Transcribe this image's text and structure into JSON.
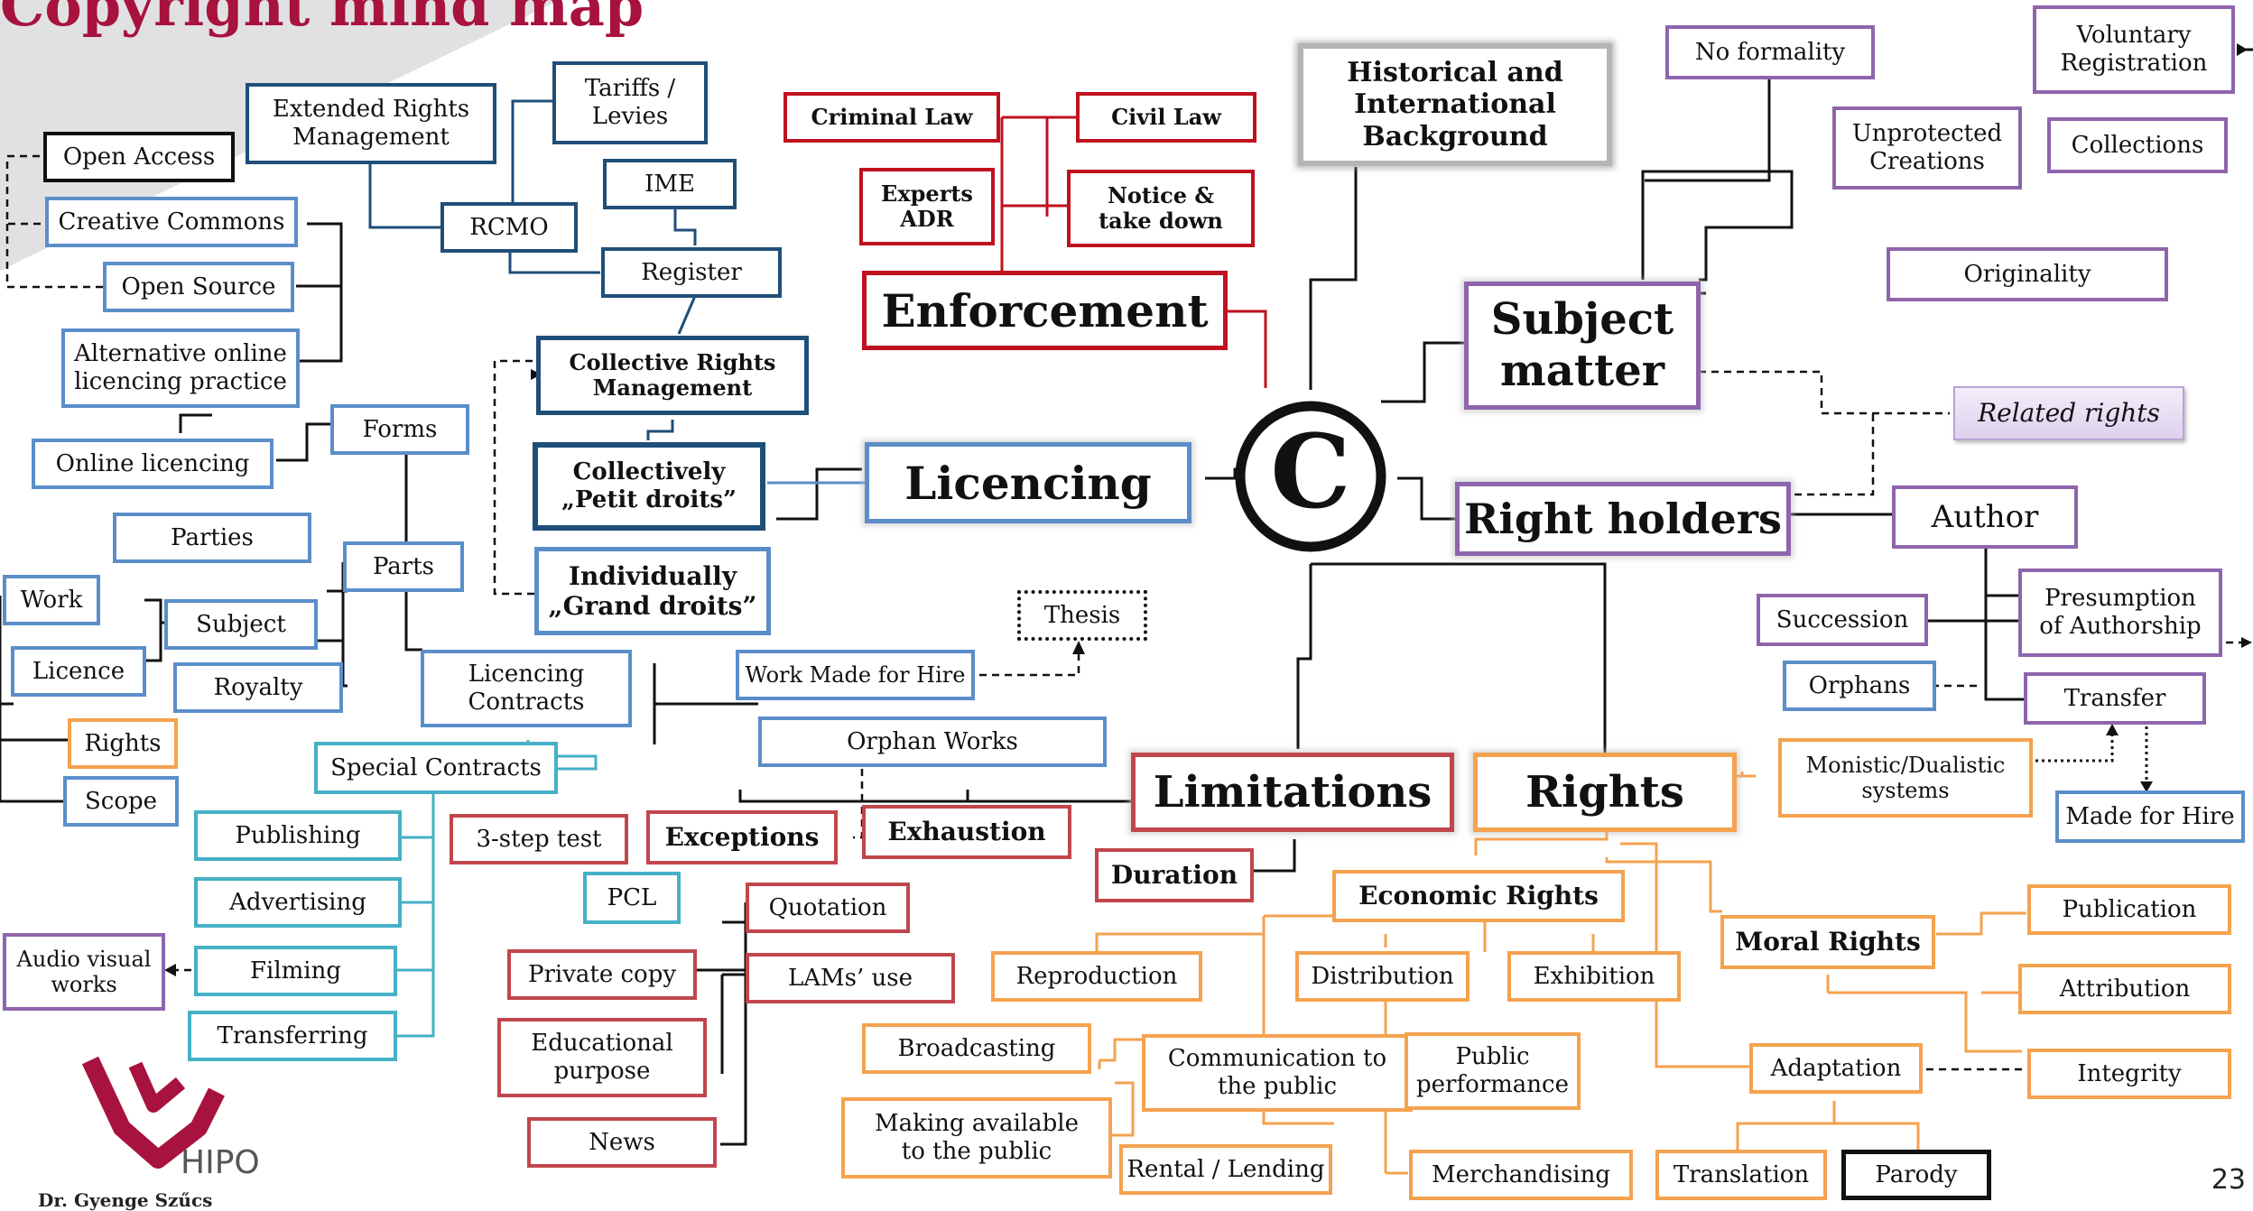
{
  "title": "Copyright mind map",
  "page_number": "23",
  "logo": {
    "text": "HIPO",
    "icon": "hipo-logo-icon"
  },
  "author_fragment": "Dr. Gyenge Szűcs",
  "center_symbol": "©",
  "colors": {
    "red": "#c0111f",
    "blue_dark": "#1f4e79",
    "blue": "#5b8ec9",
    "teal": "#45b0c6",
    "purple": "#8e65ad",
    "orange": "#f5a24f",
    "crimson": "#c0464c",
    "black": "#111111",
    "gray": "#bdbdbd",
    "title": "#a8123e"
  },
  "nodes": [
    {
      "id": "criminal-law",
      "label": "Criminal Law",
      "color": "red"
    },
    {
      "id": "civil-law",
      "label": "Civil Law",
      "color": "red"
    },
    {
      "id": "experts-adr",
      "label": "Experts\nADR",
      "color": "red"
    },
    {
      "id": "notice-take-down",
      "label": "Notice &\ntake down",
      "color": "red"
    },
    {
      "id": "enforcement",
      "label": "Enforcement",
      "color": "red"
    },
    {
      "id": "historical",
      "label": "Historical and\nInternational\nBackground",
      "color": "gray"
    },
    {
      "id": "no-formality",
      "label": "No formality",
      "color": "purple"
    },
    {
      "id": "voluntary-registration",
      "label": "Voluntary\nRegistration",
      "color": "purple"
    },
    {
      "id": "unprotected-creations",
      "label": "Unprotected\nCreations",
      "color": "purple"
    },
    {
      "id": "collections",
      "label": "Collections",
      "color": "purple"
    },
    {
      "id": "originality",
      "label": "Originality",
      "color": "purple"
    },
    {
      "id": "subject-matter",
      "label": "Subject\nmatter",
      "color": "purple"
    },
    {
      "id": "related-rights",
      "label": "Related rights",
      "color": "purple"
    },
    {
      "id": "right-holders",
      "label": "Right holders",
      "color": "purple"
    },
    {
      "id": "author",
      "label": "Author",
      "color": "purple"
    },
    {
      "id": "succession",
      "label": "Succession",
      "color": "purple"
    },
    {
      "id": "presumption",
      "label": "Presumption\nof Authorship",
      "color": "purple"
    },
    {
      "id": "orphans",
      "label": "Orphans",
      "color": "blue"
    },
    {
      "id": "transfer",
      "label": "Transfer",
      "color": "purple"
    },
    {
      "id": "made-for-hire",
      "label": "Made for Hire",
      "color": "blue"
    },
    {
      "id": "monistic",
      "label": "Monistic/Dualistic\nsystems",
      "color": "orange"
    },
    {
      "id": "rights",
      "label": "Rights",
      "color": "orange"
    },
    {
      "id": "limitations",
      "label": "Limitations",
      "color": "crimson"
    },
    {
      "id": "duration",
      "label": "Duration",
      "color": "crimson"
    },
    {
      "id": "exceptions",
      "label": "Exceptions",
      "color": "crimson"
    },
    {
      "id": "exhaustion",
      "label": "Exhaustion",
      "color": "crimson"
    },
    {
      "id": "three-step",
      "label": "3-step test",
      "color": "crimson"
    },
    {
      "id": "pcl",
      "label": "PCL",
      "color": "teal"
    },
    {
      "id": "quotation",
      "label": "Quotation",
      "color": "crimson"
    },
    {
      "id": "private-copy",
      "label": "Private copy",
      "color": "crimson"
    },
    {
      "id": "lams-use",
      "label": "LAMs’ use",
      "color": "crimson"
    },
    {
      "id": "educational",
      "label": "Educational\npurpose",
      "color": "crimson"
    },
    {
      "id": "news",
      "label": "News",
      "color": "crimson"
    },
    {
      "id": "economic-rights",
      "label": "Economic Rights",
      "color": "orange"
    },
    {
      "id": "moral-rights",
      "label": "Moral Rights",
      "color": "orange"
    },
    {
      "id": "publication",
      "label": "Publication",
      "color": "orange"
    },
    {
      "id": "attribution",
      "label": "Attribution",
      "color": "orange"
    },
    {
      "id": "integrity",
      "label": "Integrity",
      "color": "orange"
    },
    {
      "id": "adaptation",
      "label": "Adaptation",
      "color": "orange"
    },
    {
      "id": "translation",
      "label": "Translation",
      "color": "orange"
    },
    {
      "id": "parody",
      "label": "Parody",
      "color": "black"
    },
    {
      "id": "reproduction",
      "label": "Reproduction",
      "color": "orange"
    },
    {
      "id": "distribution",
      "label": "Distribution",
      "color": "orange"
    },
    {
      "id": "exhibition",
      "label": "Exhibition",
      "color": "orange"
    },
    {
      "id": "broadcasting",
      "label": "Broadcasting",
      "color": "orange"
    },
    {
      "id": "communication",
      "label": "Communication to\nthe public",
      "color": "orange"
    },
    {
      "id": "public-performance",
      "label": "Public\nperformance",
      "color": "orange"
    },
    {
      "id": "making-available",
      "label": "Making available\nto the public",
      "color": "orange"
    },
    {
      "id": "rental-lending",
      "label": "Rental / Lending",
      "color": "orange"
    },
    {
      "id": "merchandising",
      "label": "Merchandising",
      "color": "orange"
    },
    {
      "id": "licencing",
      "label": "Licencing",
      "color": "blue"
    },
    {
      "id": "collective-rm",
      "label": "Collective Rights\nManagement",
      "color": "blue_dark"
    },
    {
      "id": "petit-droits",
      "label": "Collectively\n„Petit droits”",
      "color": "blue_dark"
    },
    {
      "id": "grand-droits",
      "label": "Individually\n„Grand droits”",
      "color": "blue"
    },
    {
      "id": "thesis",
      "label": "Thesis",
      "color": "black"
    },
    {
      "id": "work-made-for-hire",
      "label": "Work Made for Hire",
      "color": "blue"
    },
    {
      "id": "orphan-works",
      "label": "Orphan Works",
      "color": "blue"
    },
    {
      "id": "licencing-contracts",
      "label": "Licencing\nContracts",
      "color": "blue"
    },
    {
      "id": "special-contracts",
      "label": "Special Contracts",
      "color": "teal"
    },
    {
      "id": "publishing",
      "label": "Publishing",
      "color": "teal"
    },
    {
      "id": "advertising",
      "label": "Advertising",
      "color": "teal"
    },
    {
      "id": "filming",
      "label": "Filming",
      "color": "teal"
    },
    {
      "id": "transferring",
      "label": "Transferring",
      "color": "teal"
    },
    {
      "id": "audio-visual",
      "label": "Audio visual\nworks",
      "color": "purple"
    },
    {
      "id": "ime",
      "label": "IME",
      "color": "blue_dark"
    },
    {
      "id": "register",
      "label": "Register",
      "color": "blue_dark"
    },
    {
      "id": "tariffs",
      "label": "Tariffs /\nLevies",
      "color": "blue_dark"
    },
    {
      "id": "extended-rm",
      "label": "Extended Rights\nManagement",
      "color": "blue_dark"
    },
    {
      "id": "rcmo",
      "label": "RCMO",
      "color": "blue_dark"
    },
    {
      "id": "open-access",
      "label": "Open Access",
      "color": "black"
    },
    {
      "id": "creative-commons",
      "label": "Creative Commons",
      "color": "blue"
    },
    {
      "id": "open-source",
      "label": "Open Source",
      "color": "blue"
    },
    {
      "id": "alternative-online",
      "label": "Alternative online\nlicencing practice",
      "color": "blue"
    },
    {
      "id": "online-licencing",
      "label": "Online licencing",
      "color": "blue"
    },
    {
      "id": "forms",
      "label": "Forms",
      "color": "blue"
    },
    {
      "id": "parties",
      "label": "Parties",
      "color": "blue"
    },
    {
      "id": "parts",
      "label": "Parts",
      "color": "blue"
    },
    {
      "id": "work",
      "label": "Work",
      "color": "blue"
    },
    {
      "id": "subject",
      "label": "Subject",
      "color": "blue"
    },
    {
      "id": "licence",
      "label": "Licence",
      "color": "blue"
    },
    {
      "id": "royalty",
      "label": "Royalty",
      "color": "blue"
    },
    {
      "id": "rights-left",
      "label": "Rights",
      "color": "orange"
    },
    {
      "id": "scope",
      "label": "Scope",
      "color": "blue"
    }
  ]
}
